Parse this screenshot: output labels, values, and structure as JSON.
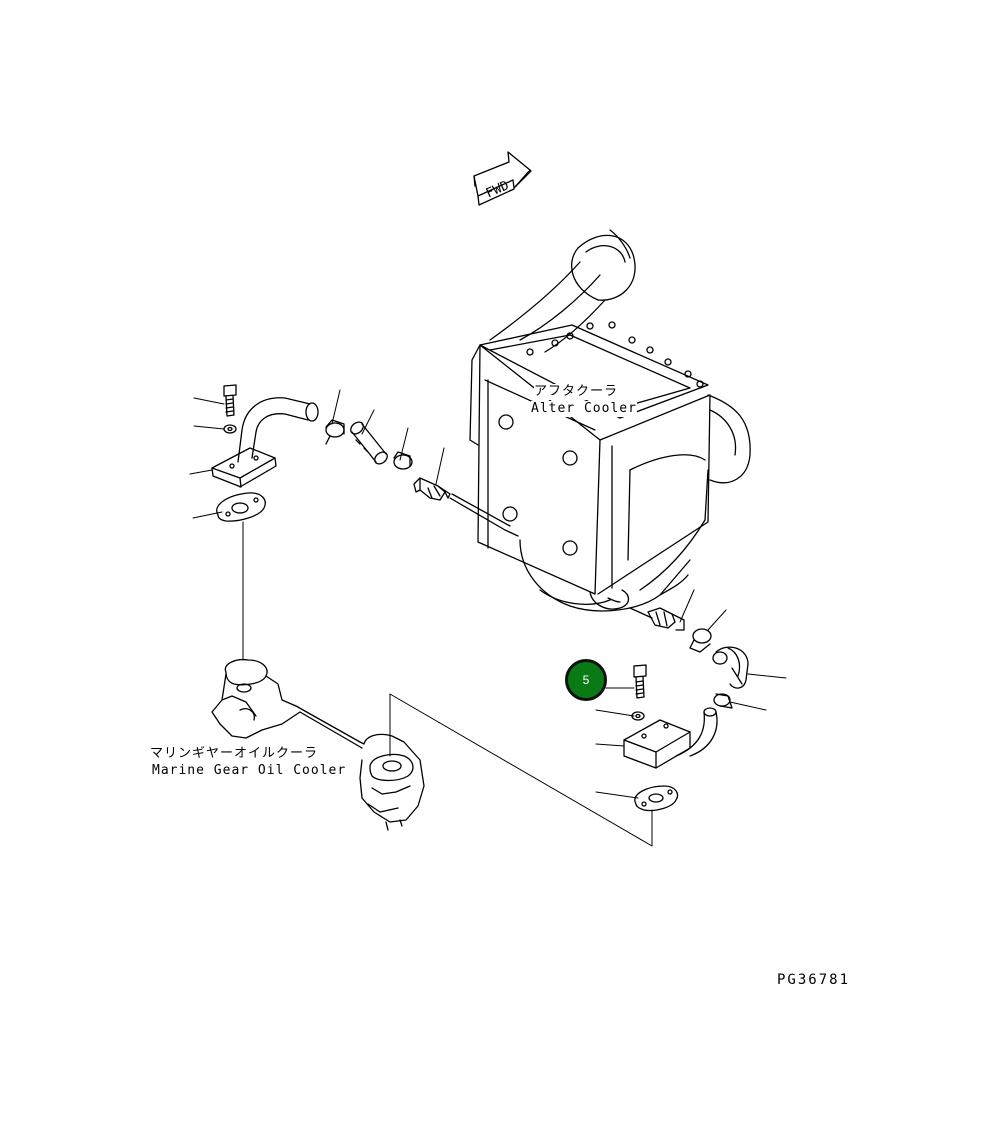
{
  "direction_arrow": {
    "text": "FWD"
  },
  "labels": {
    "after_cooler_jp": "アフタクーラ",
    "after_cooler_en": "Alter Cooler",
    "marine_gear_jp": "マリンギヤーオイルクーラ",
    "marine_gear_en": "Marine Gear Oil Cooler"
  },
  "figure_code": "PG36781",
  "callouts": [
    {
      "number": "5",
      "color": "#0a7a14"
    }
  ],
  "colors": {
    "line": "#000000",
    "background": "#ffffff"
  }
}
